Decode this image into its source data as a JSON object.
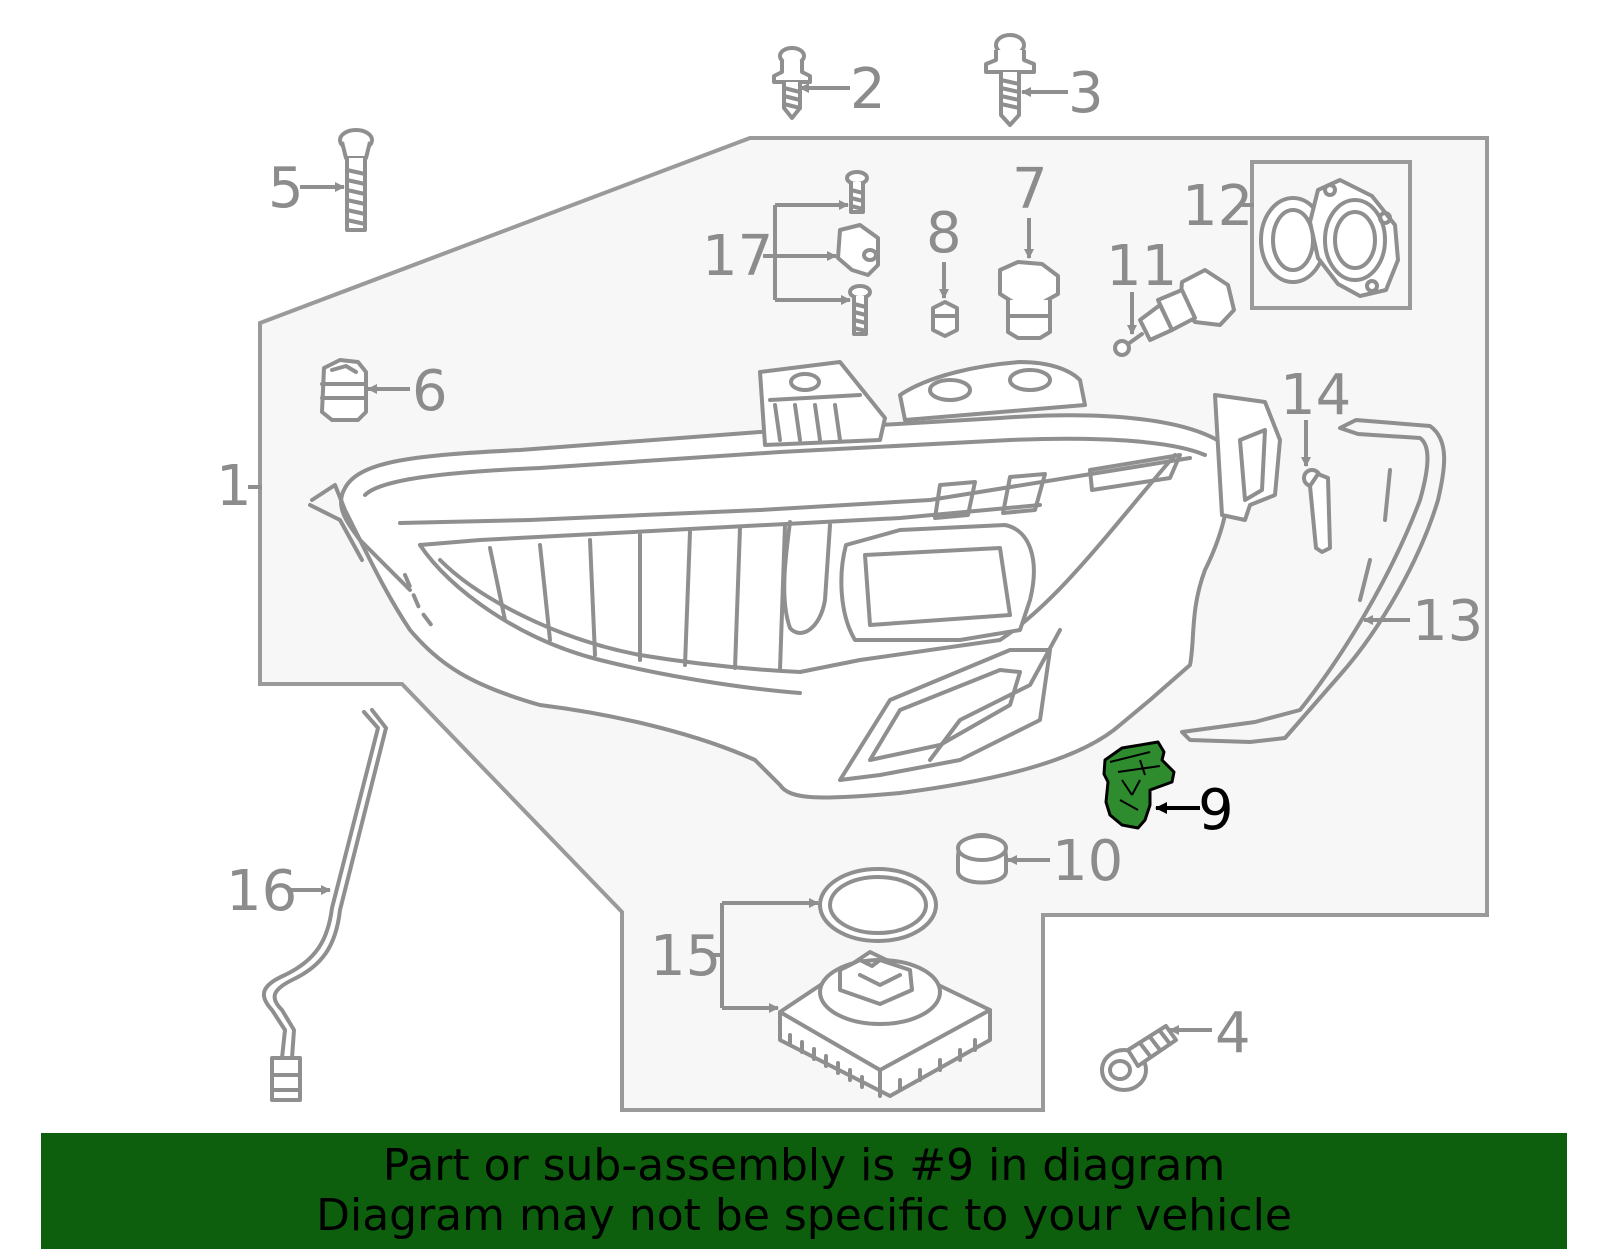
{
  "callouts": [
    "1",
    "2",
    "3",
    "4",
    "5",
    "6",
    "7",
    "8",
    "9",
    "10",
    "11",
    "12",
    "13",
    "14",
    "15",
    "16",
    "17"
  ],
  "highlight_callout": "9",
  "colors": {
    "highlight_part": "#2e8b2e",
    "banner_bg": "#0d5e0d",
    "line": "#8f8f8f",
    "panel": "#f7f7f7"
  },
  "banner": {
    "line1": "Part or sub-assembly is #9 in diagram",
    "line2": "Diagram may not be specific to your vehicle"
  }
}
